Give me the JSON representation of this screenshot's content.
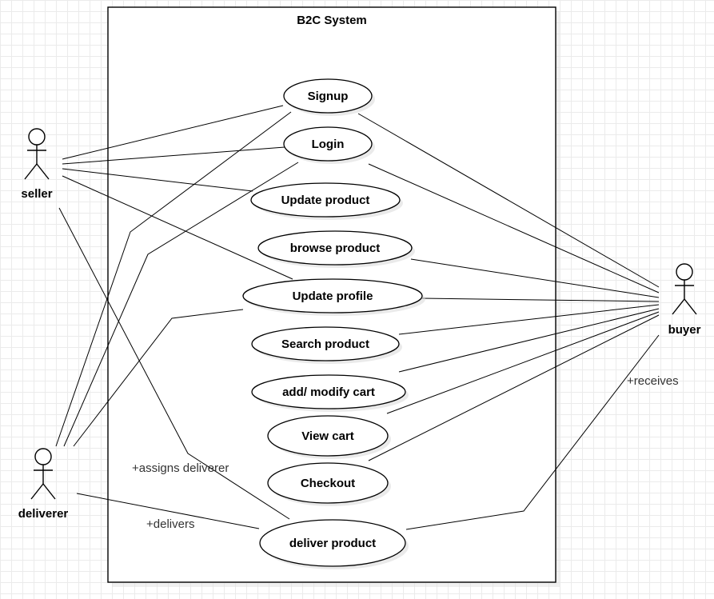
{
  "system": {
    "title": "B2C System"
  },
  "actors": {
    "seller": "seller",
    "deliverer": "deliverer",
    "buyer": "buyer"
  },
  "use_cases": {
    "signup": "Signup",
    "login": "Login",
    "update_product": "Update product",
    "browse_product": "browse product",
    "update_profile": "Update profile",
    "search_product": "Search product",
    "add_modify_cart": "add/ modify cart",
    "view_cart": "View cart",
    "checkout": "Checkout",
    "deliver_product": "deliver product"
  },
  "association_labels": {
    "assigns_deliverer": "+assigns deliverer",
    "delivers": "+delivers",
    "receives": "+receives"
  }
}
